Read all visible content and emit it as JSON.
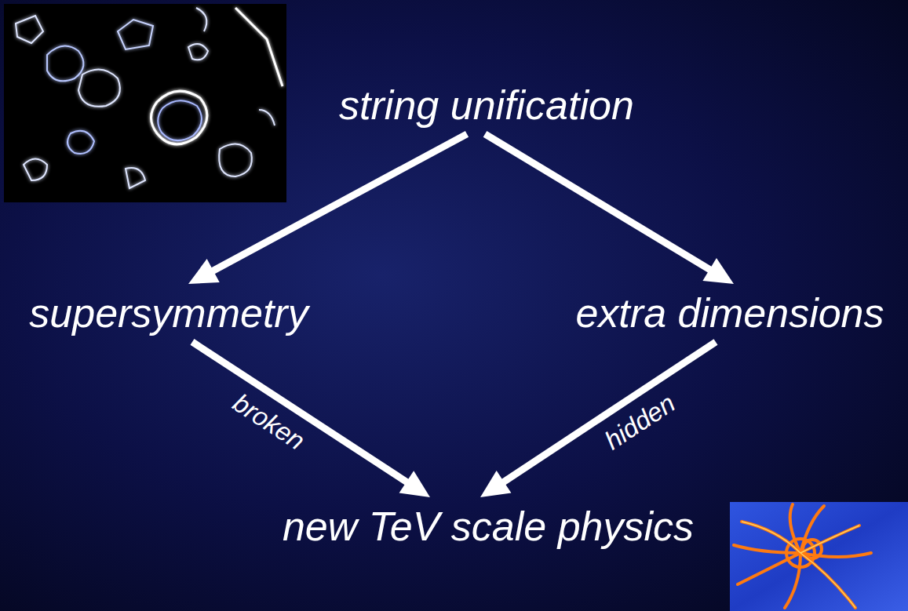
{
  "diagram": {
    "nodes": [
      {
        "text": [
          "string unification"
        ]
      },
      {
        "text": [
          "supersymmetry"
        ]
      },
      {
        "text": [
          "extra dimensions"
        ]
      },
      {
        "text": [
          "new TeV scale physics"
        ]
      }
    ],
    "edges": [
      {
        "from": 0,
        "to": 1,
        "arrow": "to"
      },
      {
        "from": 0,
        "to": 2,
        "arrow": "to"
      },
      {
        "from": 1,
        "to": 3,
        "label": "broken",
        "arrow": "to"
      },
      {
        "from": 2,
        "to": 3,
        "label": "hidden",
        "arrow": "to"
      }
    ]
  }
}
